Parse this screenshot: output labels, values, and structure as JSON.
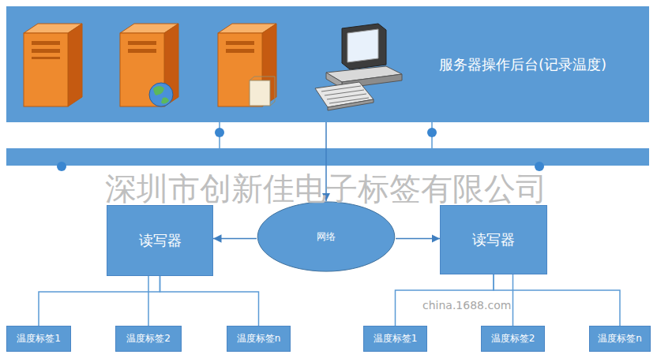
{
  "diagram": {
    "nodes": [
      {
        "text": [
          "服务器操作后台(记录温度)"
        ]
      },
      {
        "text": [
          "读写器"
        ]
      },
      {
        "text": [
          "网络"
        ]
      },
      {
        "text": [
          "读写器"
        ]
      },
      {
        "text": [
          "温度标签1"
        ]
      },
      {
        "text": [
          "温度标签2"
        ]
      },
      {
        "text": [
          "温度标签n"
        ]
      },
      {
        "text": [
          "温度标签1"
        ]
      },
      {
        "text": [
          "温度标签2"
        ]
      },
      {
        "text": [
          "温度标签n"
        ]
      }
    ],
    "edges": [
      {
        "from": 0,
        "to": 2,
        "arrow": "to"
      },
      {
        "from": 2,
        "to": 1,
        "arrow": "to"
      },
      {
        "from": 2,
        "to": 3,
        "arrow": "to"
      },
      {
        "from": 1,
        "to": 4,
        "arrow": "none"
      },
      {
        "from": 1,
        "to": 5,
        "arrow": "none"
      },
      {
        "from": 1,
        "to": 6,
        "arrow": "none"
      },
      {
        "from": 3,
        "to": 7,
        "arrow": "none"
      },
      {
        "from": 3,
        "to": 8,
        "arrow": "none"
      },
      {
        "from": 3,
        "to": 9,
        "arrow": "none"
      }
    ],
    "labels": [
      "深圳市创新佳电子标签有限公司",
      "china.1688.com"
    ]
  }
}
